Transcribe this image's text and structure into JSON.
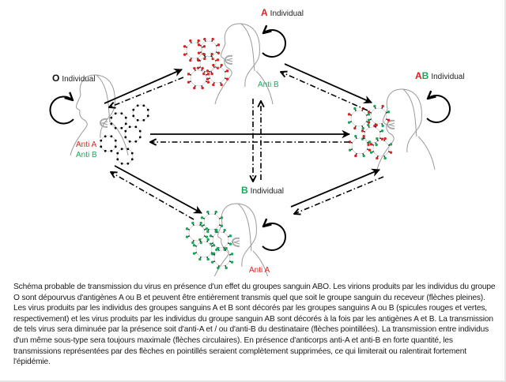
{
  "colors": {
    "antigen_A": "#e02020",
    "antigen_B": "#1aa65a",
    "arrow": "#000000",
    "outline": "#999999",
    "text": "#222222"
  },
  "individuals": [
    {
      "id": "O",
      "letter_parts": [
        {
          "text": "O",
          "color": "#111111"
        }
      ],
      "label": "Individual",
      "antibodies": [
        {
          "text": "Anti A",
          "color": "#e02020"
        },
        {
          "text": "Anti B",
          "color": "#1aa65a"
        }
      ],
      "virion_spikes": "none"
    },
    {
      "id": "A",
      "letter_parts": [
        {
          "text": "A",
          "color": "#e02020"
        }
      ],
      "label": "Individual",
      "antibodies": [
        {
          "text": "Anti B",
          "color": "#1aa65a"
        }
      ],
      "virion_spikes": "A"
    },
    {
      "id": "AB",
      "letter_parts": [
        {
          "text": "A",
          "color": "#e02020"
        },
        {
          "text": "B",
          "color": "#1aa65a"
        }
      ],
      "label": "Individual",
      "antibodies": [],
      "virion_spikes": "AB"
    },
    {
      "id": "B",
      "letter_parts": [
        {
          "text": "B",
          "color": "#1aa65a"
        }
      ],
      "label": "Individual",
      "antibodies": [
        {
          "text": "Anti A",
          "color": "#e02020"
        }
      ],
      "virion_spikes": "B"
    }
  ],
  "transmissions": [
    {
      "from": "O",
      "to": "A",
      "style": "solid"
    },
    {
      "from": "A",
      "to": "O",
      "style": "dash-dot"
    },
    {
      "from": "A",
      "to": "AB",
      "style": "solid"
    },
    {
      "from": "AB",
      "to": "A",
      "style": "dash-dot"
    },
    {
      "from": "O",
      "to": "AB",
      "style": "solid"
    },
    {
      "from": "AB",
      "to": "O",
      "style": "dash-dot"
    },
    {
      "from": "O",
      "to": "B",
      "style": "solid"
    },
    {
      "from": "B",
      "to": "O",
      "style": "dash-dot"
    },
    {
      "from": "B",
      "to": "AB",
      "style": "solid"
    },
    {
      "from": "AB",
      "to": "B",
      "style": "dash-dot"
    },
    {
      "from": "A",
      "to": "B",
      "style": "dash-dot"
    },
    {
      "from": "B",
      "to": "A",
      "style": "dash-dot"
    },
    {
      "self": "O",
      "style": "circular"
    },
    {
      "self": "A",
      "style": "circular"
    },
    {
      "self": "AB",
      "style": "circular"
    },
    {
      "self": "B",
      "style": "circular"
    }
  ],
  "caption": "Schéma probable de transmission du virus en présence d'un effet du groupes sanguin ABO. Les virions produits par les individus du groupe O sont dépourvus d'antigènes A ou B et peuvent être entièrement transmis quel que soit le groupe sanguin du receveur (flèches pleines). Les virus produits par les individus des groupes sanguins A et B sont décorés par les groupes sanguins A ou B (spicules rouges et vertes, respectivement) et les virus produits par les individus du groupe sanguin AB sont décorés à la fois par les antigènes A et B. La transmission de tels virus sera diminuée par la présence soit d'anti-A et / ou d'anti-B du destinataire (flèches pointillées). La transmission entre individus d'un même sous-type sera toujours maximale (flèches circulaires). En présence d'anticorps anti-A et anti-B en forte quantité, les transmissions représentées par des flèches en pointillés seraient complètement supprimées,  ce qui limiterait ou ralentirait fortement l'épidémie."
}
